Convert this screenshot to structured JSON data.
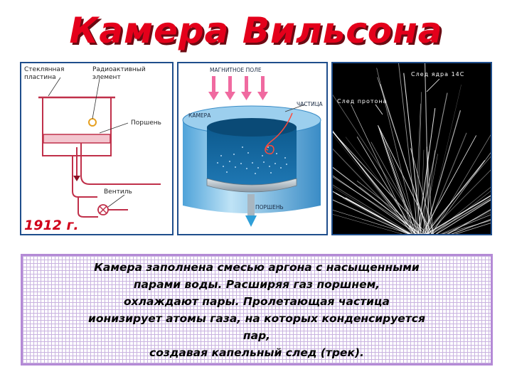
{
  "title": "Камера Вильсона",
  "diagram_left": {
    "glass_plate_line1": "Стеклянная",
    "glass_plate_line2": "пластина",
    "radioactive_line1": "Радиоактивный",
    "radioactive_line2": "элемент",
    "piston": "Поршень",
    "valve": "Вентиль",
    "year": "1912 г."
  },
  "diagram_middle": {
    "magnetic_field": "МАГНИТНОЕ ПОЛЕ",
    "particle": "ЧАСТИЦА",
    "chamber": "КАМЕРА",
    "piston": "ПОРШЕНЬ"
  },
  "photo_right": {
    "nucleus_track": "След ядра 14C",
    "proton_track": "След протона"
  },
  "description": {
    "line1": "Камера заполнена смесью аргона с насыщенными",
    "line2": "парами воды. Расширяя газ поршнем,",
    "line3": "охлаждают пары. Пролетающая частица",
    "line4": "ионизирует атомы газа, на которых конденсируется",
    "line5": "пар,",
    "line6": "создавая капельный след (трек)."
  },
  "colors": {
    "title": "#e4001b",
    "diagram_lines": "#c0304a",
    "cylinder_blue": "#6fb7e3",
    "arrows_pink": "#f06aa0",
    "box_border": "#b48ad6"
  }
}
